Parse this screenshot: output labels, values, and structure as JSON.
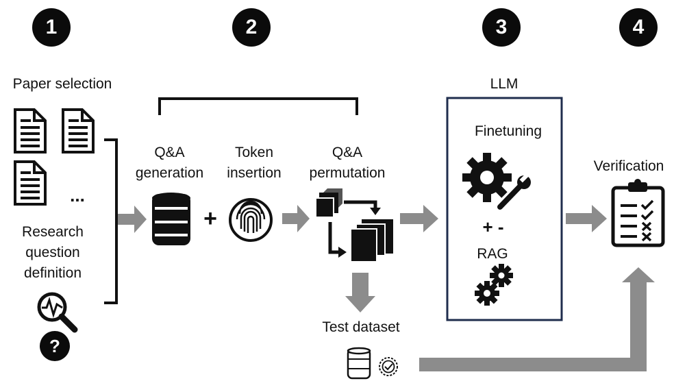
{
  "steps": [
    {
      "number": "1"
    },
    {
      "number": "2"
    },
    {
      "number": "3"
    },
    {
      "number": "4"
    }
  ],
  "labels": {
    "paper_selection": "Paper selection",
    "research_question": "Research\nquestion\ndefinition",
    "qa_generation": "Q&A\ngeneration",
    "token_insertion": "Token\ninsertion",
    "qa_permutation": "Q&A\npermutation",
    "llm": "LLM",
    "finetuning": "Finetuning",
    "rag": "RAG",
    "plus_minus": "+ -",
    "test_dataset": "Test dataset",
    "verification": "Verification",
    "ellipsis": "...",
    "plus": "+"
  },
  "icons": [
    "document-icon",
    "database-icon",
    "fingerprint-icon",
    "permutation-icon",
    "gear-wrench-icon",
    "gears-icon",
    "checklist-icon",
    "magnifier-pulse-icon",
    "question-icon"
  ],
  "colors": {
    "badge": "#0b0b0b",
    "arrow": "#8c8c8c",
    "llm_border": "#1f2d4d"
  }
}
